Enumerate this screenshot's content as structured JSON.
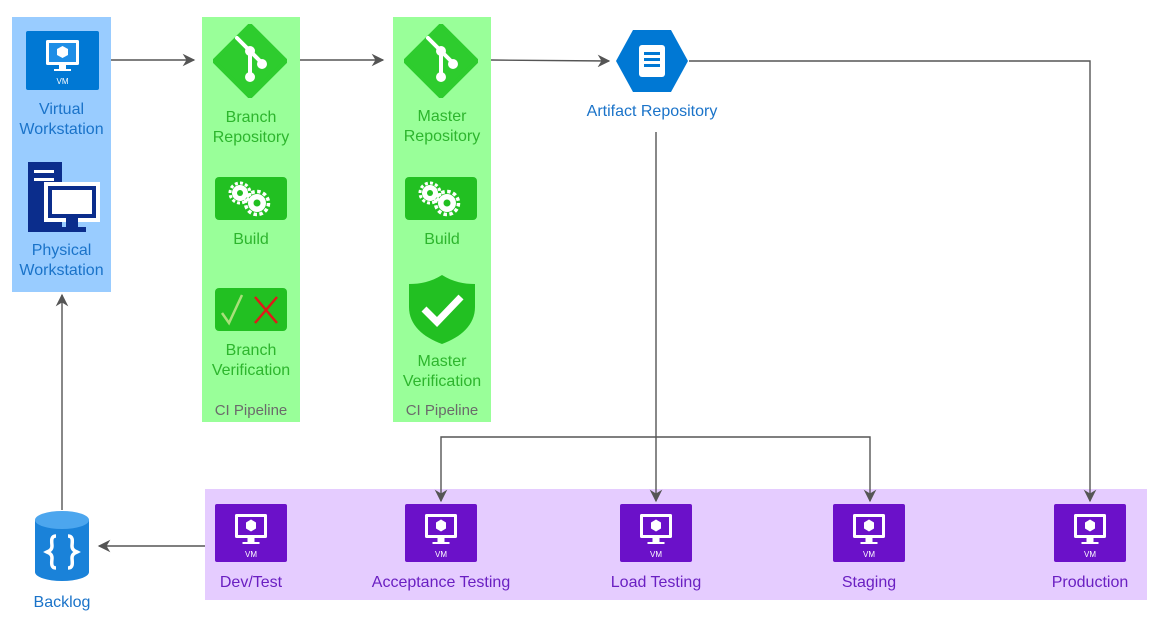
{
  "workstations": {
    "virtual_label": "Virtual Workstation",
    "physical_label": "Physical Workstation",
    "vm_badge": "VM"
  },
  "branch_pipeline": {
    "repo_label": "Branch Repository",
    "build_label": "Build",
    "verify_label": "Branch Verification",
    "footer": "CI Pipeline"
  },
  "master_pipeline": {
    "repo_label": "Master Repository",
    "build_label": "Build",
    "verify_label": "Master Verification",
    "footer": "CI Pipeline"
  },
  "artifact": {
    "label": "Artifact Repository"
  },
  "backlog": {
    "label": "Backlog"
  },
  "environments": [
    {
      "label": "Dev/Test",
      "badge": "VM"
    },
    {
      "label": "Acceptance Testing",
      "badge": "VM"
    },
    {
      "label": "Load Testing",
      "badge": "VM"
    },
    {
      "label": "Staging",
      "badge": "VM"
    },
    {
      "label": "Production",
      "badge": "VM"
    }
  ],
  "colors": {
    "workstation_panel": "#99ccff",
    "pipeline_panel": "#99ff99",
    "env_panel": "#e5ccff",
    "azure_blue": "#0078d4",
    "git_green": "#2ecc2e",
    "vm_purple": "#6b11c9",
    "arrow": "#555555"
  }
}
